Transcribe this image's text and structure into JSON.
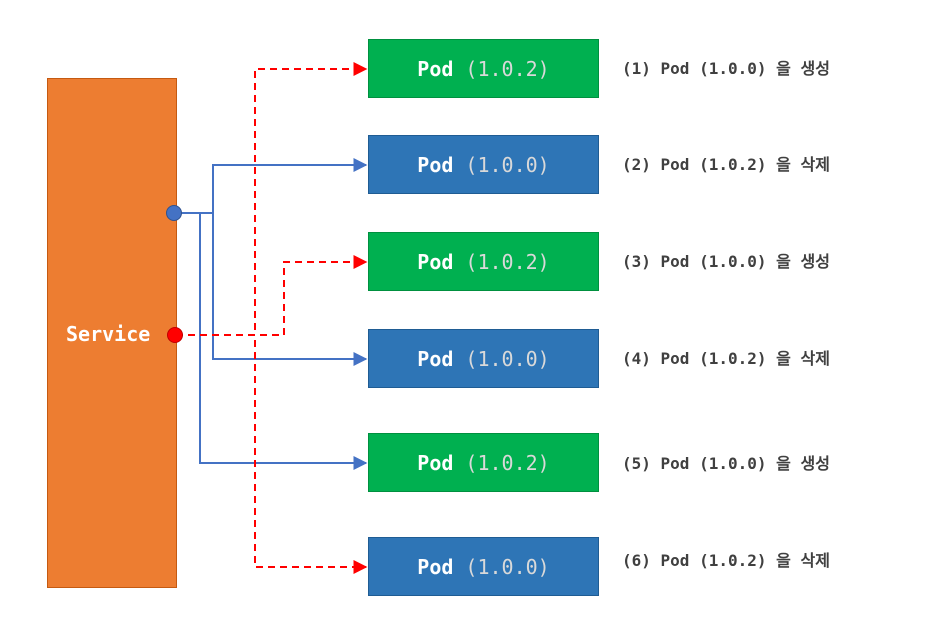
{
  "service": {
    "label": "Service"
  },
  "pods": [
    {
      "name": "Pod",
      "version": "(1.0.2)",
      "kind": "new",
      "color": "#00B050"
    },
    {
      "name": "Pod",
      "version": "(1.0.0)",
      "kind": "old",
      "color": "#2E75B6"
    },
    {
      "name": "Pod",
      "version": "(1.0.2)",
      "kind": "new",
      "color": "#00B050"
    },
    {
      "name": "Pod",
      "version": "(1.0.0)",
      "kind": "old",
      "color": "#2E75B6"
    },
    {
      "name": "Pod",
      "version": "(1.0.2)",
      "kind": "new",
      "color": "#00B050"
    },
    {
      "name": "Pod",
      "version": "(1.0.0)",
      "kind": "old",
      "color": "#2E75B6"
    }
  ],
  "steps": [
    "(1) Pod (1.0.0) 을 생성",
    "(2) Pod (1.0.2) 을 삭제",
    "(3) Pod (1.0.0) 을 생성",
    "(4) Pod (1.0.2) 을 삭제",
    "(5) Pod (1.0.0) 을 생성",
    "(6) Pod (1.0.2) 을 삭제"
  ],
  "colors": {
    "service": "#ED7D31",
    "blue_connector": "#4472C4",
    "red_connector": "#FF0000",
    "step_text": "#404040"
  }
}
